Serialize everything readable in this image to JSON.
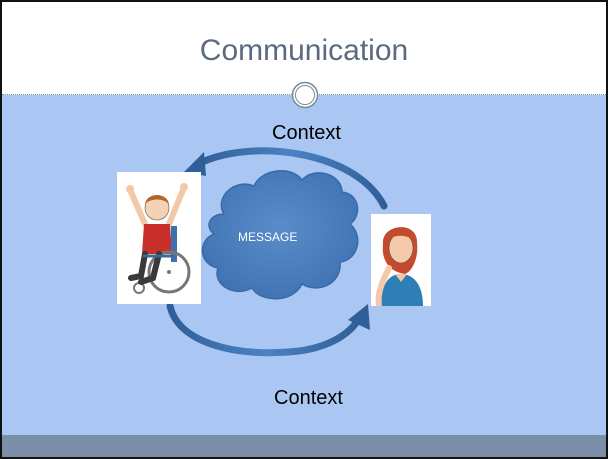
{
  "slide": {
    "title": "Communication",
    "context_top": "Context",
    "context_bottom": "Context",
    "message": "MESSAGE"
  },
  "colors": {
    "content_background": "#a9c7f2",
    "footer": "#7c8fa9",
    "title_text": "#5a6b7e",
    "cloud_fill": "#4f80c0",
    "arrow": "#3a6ea8"
  },
  "icons": {
    "ornament": "circle-ornament",
    "sender": "person-in-wheelchair-illustration",
    "receiver": "woman-illustration"
  }
}
